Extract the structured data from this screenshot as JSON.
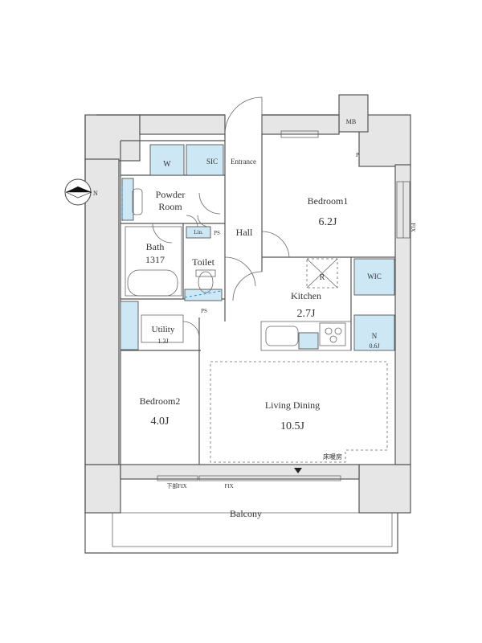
{
  "compass": {
    "label": "N"
  },
  "rooms": {
    "bedroom1": {
      "name": "Bedroom1",
      "size": "6.2J"
    },
    "bedroom2": {
      "name": "Bedroom2",
      "size": "4.0J"
    },
    "living_dining": {
      "name": "Living Dining",
      "size": "10.5J"
    },
    "kitchen": {
      "name": "Kitchen",
      "size": "2.7J"
    },
    "hall": {
      "name": "Hall"
    },
    "entrance": {
      "name": "Entrance"
    },
    "powder_room": {
      "line1": "Powder",
      "line2": "Room"
    },
    "bath": {
      "name": "Bath",
      "size": "1317"
    },
    "toilet": {
      "name": "Toilet"
    },
    "utility": {
      "name": "Utility",
      "size": "1.3J"
    },
    "balcony": {
      "name": "Balcony"
    }
  },
  "labels": {
    "sic": "SIC",
    "wic": "WIC",
    "n": "N",
    "n_size": "0.6J",
    "w": "W",
    "lin": "Lin.",
    "ps": "PS",
    "r": "R",
    "mb": "MB",
    "p": "P",
    "fix_right": "FIX",
    "fix_bottom": "FIX",
    "lower_fix": "下部FIX",
    "floor_heating": "床暖房"
  }
}
